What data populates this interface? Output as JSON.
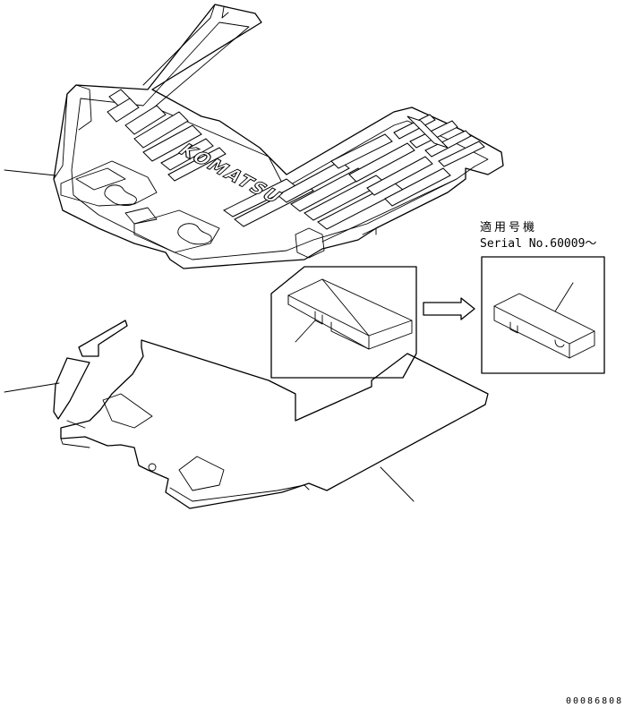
{
  "annotations": {
    "serial_label_jp": "適用号機",
    "serial_number": "Serial No.60009～",
    "drawing_number": "00086808"
  },
  "diagram": {
    "upper_mat_logo": "KOMATSU",
    "stroke_color": "#000000",
    "background_color": "#ffffff"
  }
}
